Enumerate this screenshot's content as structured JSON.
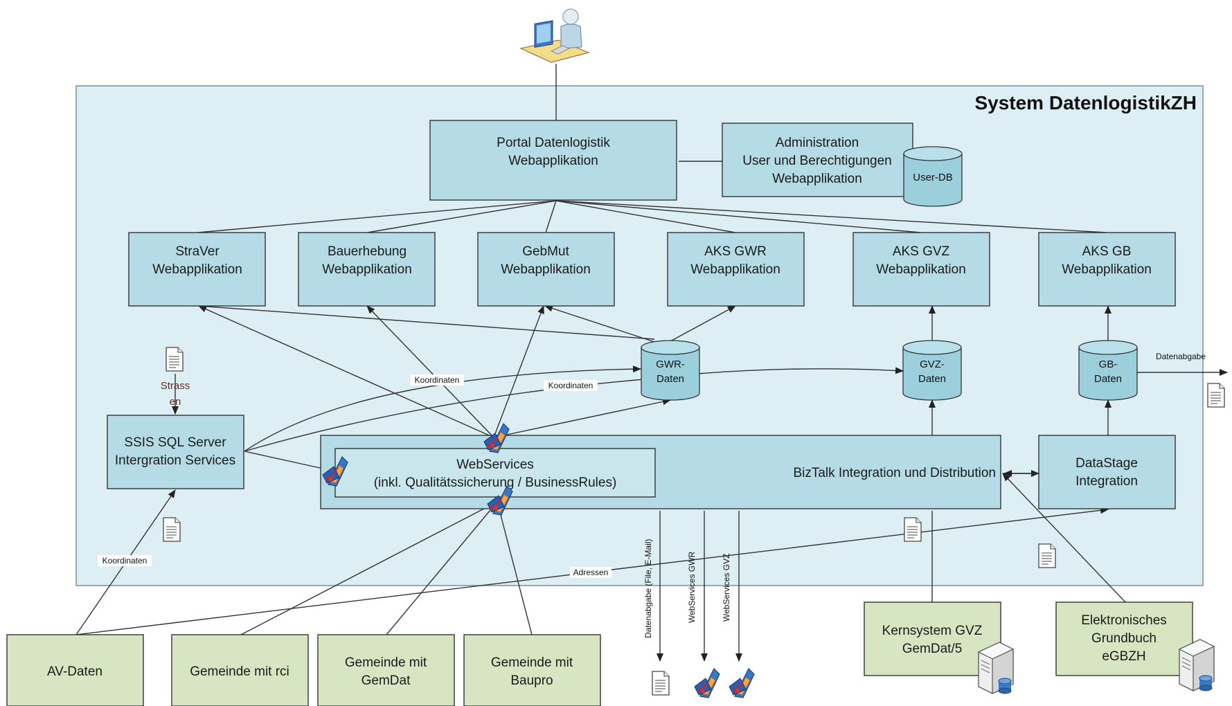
{
  "system_title": "System DatenlogistikZH",
  "portal": {
    "line1": "Portal Datenlogistik",
    "line2": "Webapplikation"
  },
  "admin": {
    "line1": "Administration",
    "line2": "User und Berechtigungen",
    "line3": "Webapplikation",
    "db": "User-DB"
  },
  "apps": [
    {
      "line1": "StraVer",
      "line2": "Webapplikation"
    },
    {
      "line1": "Bauerhebung",
      "line2": "Webapplikation"
    },
    {
      "line1": "GebMut",
      "line2": "Webapplikation"
    },
    {
      "line1": "AKS GWR",
      "line2": "Webapplikation"
    },
    {
      "line1": "AKS GVZ",
      "line2": "Webapplikation"
    },
    {
      "line1": "AKS GB",
      "line2": "Webapplikation"
    }
  ],
  "databases": [
    {
      "line1": "GWR-",
      "line2": "Daten"
    },
    {
      "line1": "GVZ-",
      "line2": "Daten"
    },
    {
      "line1": "GB-",
      "line2": "Daten"
    }
  ],
  "ssis": {
    "line1": "SSIS SQL Server",
    "line2": "Intergration Services"
  },
  "webservices": {
    "line1": "WebServices",
    "line2": "(inkl. Qualitätssicherung / BusinessRules)"
  },
  "biztalk": "BizTalk Integration und Distribution",
  "datastage": {
    "line1": "DataStage",
    "line2": "Integration"
  },
  "edge_labels": {
    "strassen_1": "Strass",
    "strassen_2": "en",
    "koordinaten_1": "Koordinaten",
    "koordinaten_2": "Koordinaten",
    "koordinaten_3": "Koordinaten",
    "adressen": "Adressen",
    "datenabgabe": "Datenabgabe",
    "datenabgabe_file": "Datenabgabe (File, E-Mail)",
    "ws_gwr": "WebServices GWR",
    "ws_gvz": "WebServices GVZ"
  },
  "sources": [
    {
      "line1": "AV-Daten",
      "line2": ""
    },
    {
      "line1": "Gemeinde mit rci",
      "line2": ""
    },
    {
      "line1": "Gemeinde mit",
      "line2": "GemDat"
    },
    {
      "line1": "Gemeinde mit",
      "line2": "Baupro"
    }
  ],
  "kernsystem": {
    "line1": "Kernsystem GVZ",
    "line2": "GemDat/5"
  },
  "grundbuch": {
    "line1": "Elektronisches",
    "line2": "Grundbuch",
    "line3": "eGBZH"
  },
  "colors": {
    "system_bg": "#deeef5",
    "box_fill": "#b5dce6",
    "db_fill": "#9ccfdc",
    "source_fill": "#d8e5c2",
    "line": "#333333"
  },
  "icons": [
    "user-workstation-icon",
    "document-icon",
    "webservice-icon",
    "server-icon",
    "database-icon"
  ]
}
